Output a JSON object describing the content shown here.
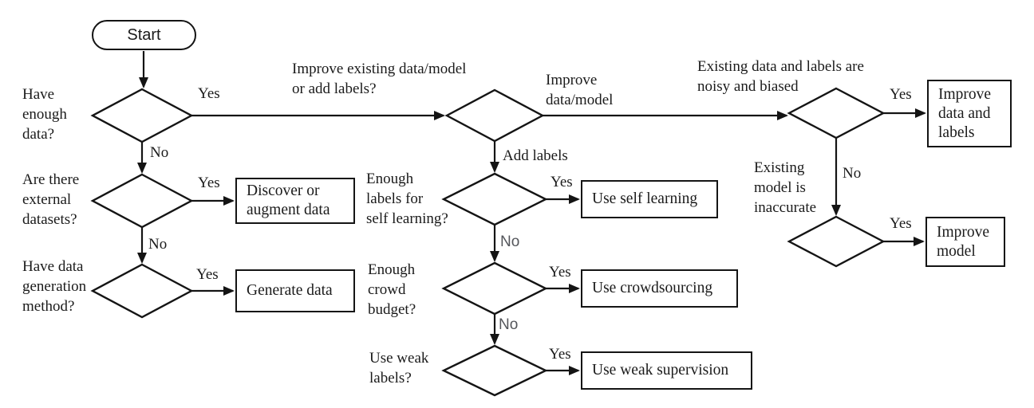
{
  "diagram_type": "flowchart",
  "colors": {
    "line": "#141414",
    "text": "#1b1b1b",
    "muted_no_label": "#54565b",
    "background": "#ffffff"
  },
  "nodes": {
    "start": "Start",
    "q_have_enough_data": "Have\nenough\ndata?",
    "q_external_datasets": "Are there\nexternal\ndatasets?",
    "q_data_generation": "Have data\ngeneration\nmethod?",
    "q_enough_labels": "Enough\nlabels for\nself learning?",
    "q_crowd_budget": "Enough\ncrowd\nbudget?",
    "q_weak_labels": "Use weak\nlabels?",
    "q_noisy_biased": "Existing data and labels are\nnoisy and biased",
    "q_model_inaccurate": "Existing\nmodel is\ninaccurate",
    "box_discover": "Discover or\naugment data",
    "box_generate": "Generate data",
    "box_self_learning": "Use self learning",
    "box_crowdsourcing": "Use crowdsourcing",
    "box_weak_supervision": "Use weak supervision",
    "box_improve_data_labels": "Improve\ndata and\nlabels",
    "box_improve_model": "Improve\nmodel"
  },
  "edge_labels": {
    "d1_yes": "Yes",
    "d1_no": "No",
    "d2_yes": "Yes",
    "d2_no": "No",
    "d3_yes": "Yes",
    "d5_yes": "Yes",
    "d5_no": "No",
    "d6_yes": "Yes",
    "d6_no": "No",
    "d7_yes": "Yes",
    "d8_yes": "Yes",
    "d8_no": "No",
    "d9_yes": "Yes",
    "d1_to_d4": "Improve existing data/model\nor add labels?",
    "d4_to_d8": "Improve\ndata/model",
    "d4_to_d5": "Add labels"
  }
}
